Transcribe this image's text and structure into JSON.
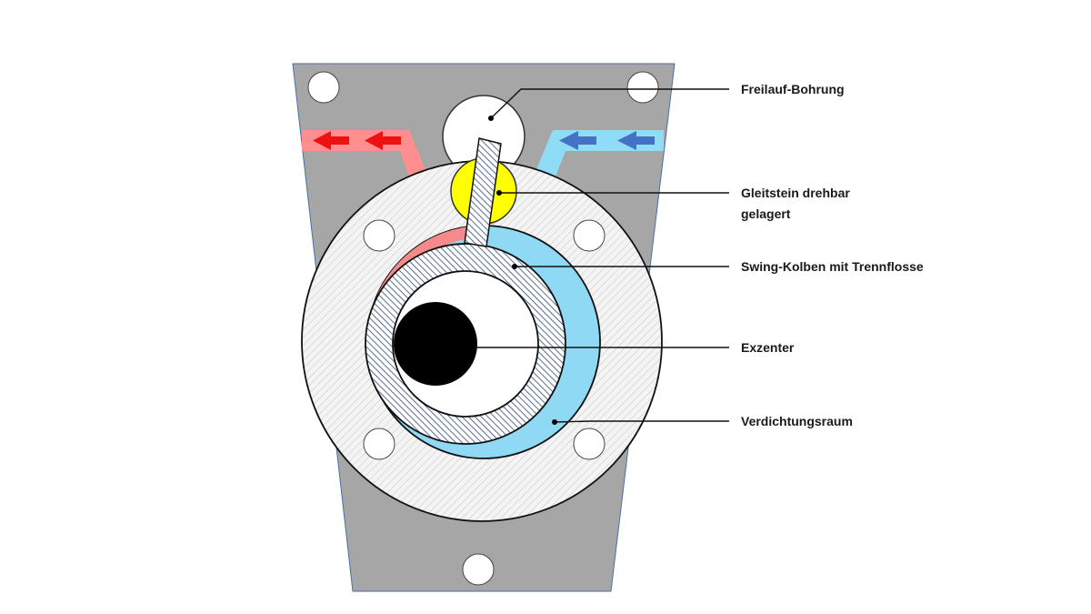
{
  "labels": {
    "freilauf": "Freilauf-Bohrung",
    "gleitstein_line1": "Gleitstein drehbar",
    "gleitstein_line2": "gelagert",
    "swing": "Swing-Kolben mit Trennflosse",
    "exzenter": "Exzenter",
    "verdichtung": "Verdichtungsraum"
  },
  "colors": {
    "housing": "#a6a6a6",
    "outlet_duct": "#ff8f8f",
    "outlet_arrow": "#ee1111",
    "inlet_duct": "#8fdcf6",
    "inlet_arrow": "#4472c4",
    "gleitstein": "#ffff00",
    "suction_chamber": "#f58a8a",
    "compression_chamber": "#8fd9f4",
    "piston_hatch": "#2e4a78",
    "eccentric": "#000000"
  }
}
